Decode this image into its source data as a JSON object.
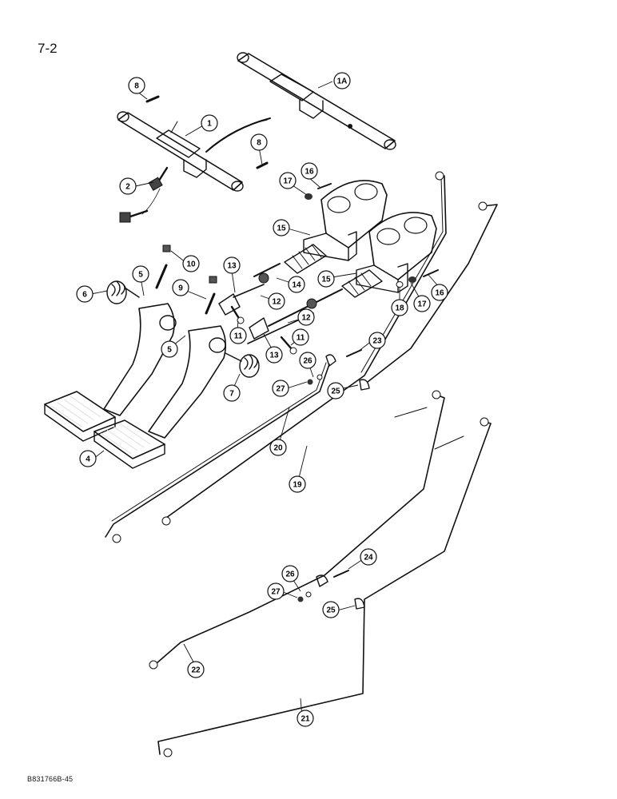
{
  "page_number": "7-2",
  "figure_code": "B831766B-45",
  "callouts": [
    {
      "label": "1A"
    },
    {
      "label": "8"
    },
    {
      "label": "1"
    },
    {
      "label": "8"
    },
    {
      "label": "2"
    },
    {
      "label": "16"
    },
    {
      "label": "17"
    },
    {
      "label": "15"
    },
    {
      "label": "10"
    },
    {
      "label": "13"
    },
    {
      "label": "5"
    },
    {
      "label": "6"
    },
    {
      "label": "9"
    },
    {
      "label": "14"
    },
    {
      "label": "15"
    },
    {
      "label": "16"
    },
    {
      "label": "12"
    },
    {
      "label": "17"
    },
    {
      "label": "18"
    },
    {
      "label": "11"
    },
    {
      "label": "12"
    },
    {
      "label": "11"
    },
    {
      "label": "5"
    },
    {
      "label": "23"
    },
    {
      "label": "13"
    },
    {
      "label": "26"
    },
    {
      "label": "7"
    },
    {
      "label": "27"
    },
    {
      "label": "25"
    },
    {
      "label": "4"
    },
    {
      "label": "20"
    },
    {
      "label": "19"
    },
    {
      "label": "24"
    },
    {
      "label": "26"
    },
    {
      "label": "27"
    },
    {
      "label": "25"
    },
    {
      "label": "22"
    },
    {
      "label": "21"
    }
  ]
}
